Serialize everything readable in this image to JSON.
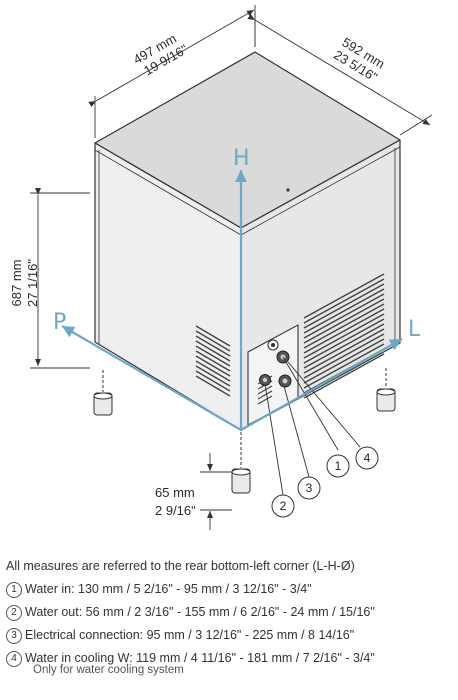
{
  "dimensions": {
    "width_mm": "497 mm",
    "width_in": "19 9/16\"",
    "depth_mm": "592 mm",
    "depth_in": "23 5/16\"",
    "height_mm": "687 mm",
    "height_in": "27 1/16\"",
    "leg_mm": "65 mm",
    "leg_in": "2 9/16\""
  },
  "axes": {
    "h": "H",
    "p": "P",
    "l": "L"
  },
  "callouts": [
    "1",
    "2",
    "3",
    "4"
  ],
  "notes": {
    "intro": "All measures are referred to the rear bottom-left corner (L-H-Ø)",
    "items": [
      {
        "num": "1",
        "text": "Water in: 130 mm / 5 2/16\" - 95 mm / 3 12/16\" - 3/4\""
      },
      {
        "num": "2",
        "text": "Water out: 56 mm / 2 3/16\" - 155 mm / 6 2/16\" - 24 mm / 15/16\""
      },
      {
        "num": "3",
        "text": "Electrical connection: 95 mm / 3 12/16\" - 225 mm / 8 14/16\""
      },
      {
        "num": "4",
        "text": "Water in cooling W: 119 mm / 4 11/16\" - 181 mm / 7 2/16\" - 3/4\""
      }
    ],
    "footnote": "Only for water cooling system"
  },
  "colors": {
    "axis": "#6fa8c4",
    "outline": "#333333",
    "body_left": "#eeeeee",
    "body_right": "#e6e6e6",
    "top": "#dcdcdc"
  }
}
